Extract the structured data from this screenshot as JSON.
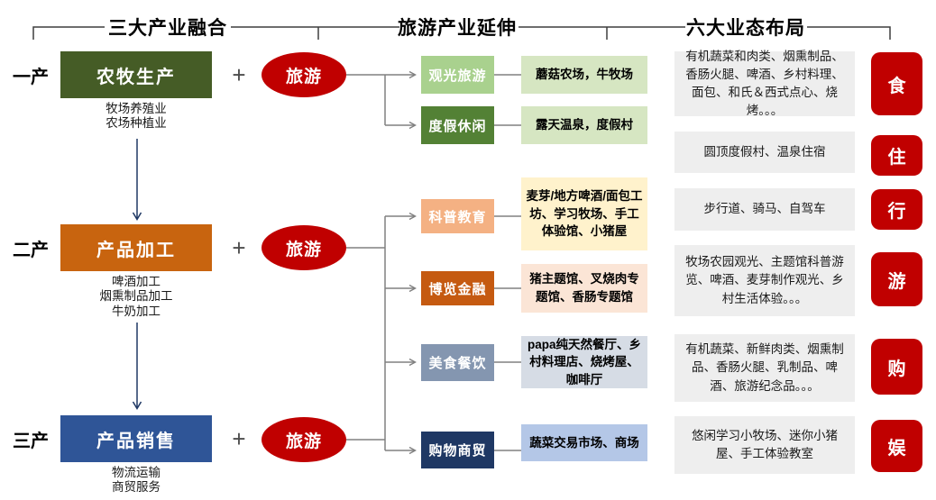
{
  "headers": [
    "三大产业融合",
    "旅游产业延伸",
    "六大业态布局"
  ],
  "ops": {
    "plus": "+",
    "tourism": "旅游"
  },
  "industries": [
    {
      "tier": "一产",
      "name": "农牧生产",
      "sub": [
        "牧场养殖业",
        "农场种植业"
      ]
    },
    {
      "tier": "二产",
      "name": "产品加工",
      "sub": [
        "啤酒加工",
        "烟熏制品加工",
        "牛奶加工"
      ]
    },
    {
      "tier": "三产",
      "name": "产品销售",
      "sub": [
        "物流运输",
        "商贸服务"
      ]
    }
  ],
  "extensions": [
    {
      "category": "观光旅游",
      "examples": "蘑菇农场，牛牧场"
    },
    {
      "category": "度假休闲",
      "examples": "露天温泉，度假村"
    },
    {
      "category": "科普教育",
      "examples": "麦芽/地方啤酒/面包工坊、学习牧场、手工体验馆、小猪屋"
    },
    {
      "category": "博览金融",
      "examples": "猪主题馆、叉烧肉专题馆、香肠专题馆"
    },
    {
      "category": "美食餐饮",
      "examples": "papa纯天然餐厅、乡村料理店、烧烤屋、咖啡厅"
    },
    {
      "category": "购物商贸",
      "examples": "蔬菜交易市场、商场"
    }
  ],
  "business_layout": [
    {
      "tag": "食",
      "description": "有机蔬菜和肉类、烟熏制品、香肠火腿、啤酒、乡村料理、面包、和氏＆西式点心、烧烤。。。"
    },
    {
      "tag": "住",
      "description": "圆顶度假村、温泉住宿"
    },
    {
      "tag": "行",
      "description": "步行道、骑马、自驾车"
    },
    {
      "tag": "游",
      "description": "牧场农园观光、主题馆科普游览、啤酒、麦芽制作观光、乡村生活体验。。。"
    },
    {
      "tag": "购",
      "description": "有机蔬菜、新鲜肉类、烟熏制品、香肠火腿、乳制品、啤酒、旅游纪念品。。。"
    },
    {
      "tag": "娱",
      "description": "悠闲学习小牧场、迷你小猪屋、手工体验教室"
    }
  ],
  "colors": {
    "primary_red": "#c00000",
    "tier1_green": "#455c26",
    "tier2_orange": "#c8640f",
    "tier3_blue": "#2f5597",
    "connector_gray": "#808080",
    "arrow_navy": "#1f3864",
    "panel_gray": "#eeeeee"
  }
}
